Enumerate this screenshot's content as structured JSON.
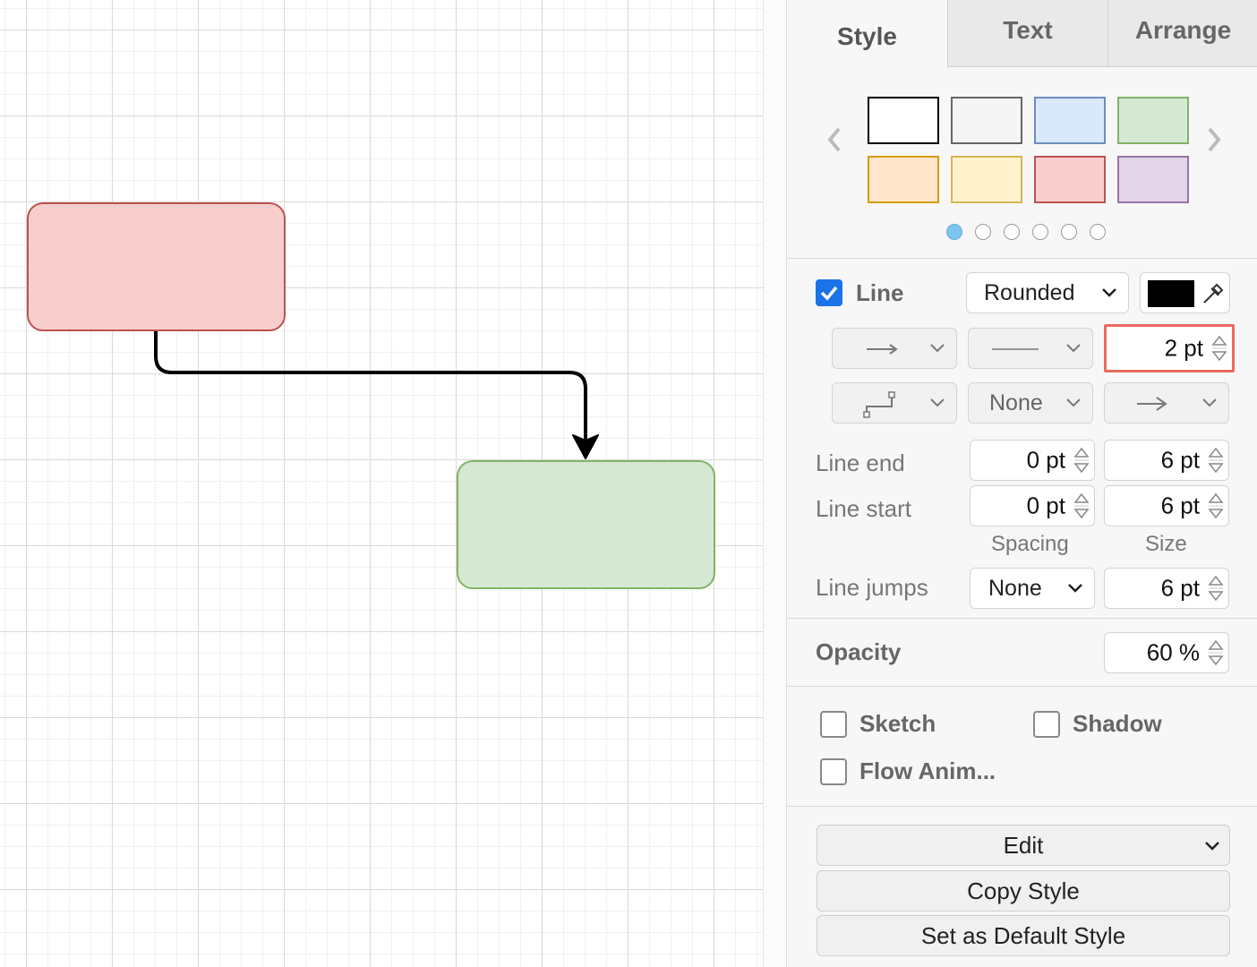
{
  "tabs": [
    "Style",
    "Text",
    "Arrange"
  ],
  "swatches": [
    {
      "fill": "#ffffff",
      "stroke": "#000000"
    },
    {
      "fill": "#f5f5f5",
      "stroke": "#666666"
    },
    {
      "fill": "#dae8fc",
      "stroke": "#6c8ebf"
    },
    {
      "fill": "#d5e8d4",
      "stroke": "#82b366"
    },
    {
      "fill": "#ffe6cc",
      "stroke": "#d79b00"
    },
    {
      "fill": "#fff2cc",
      "stroke": "#d6b656"
    },
    {
      "fill": "#f8cecc",
      "stroke": "#b85450"
    },
    {
      "fill": "#e1d5e7",
      "stroke": "#9673a6"
    }
  ],
  "line": {
    "label": "Line",
    "checked": true,
    "style": "Rounded",
    "color": "#000000",
    "width": "2 pt",
    "waypoint_style": "None"
  },
  "line_end": {
    "label": "Line end",
    "spacing": "0 pt",
    "size": "6 pt"
  },
  "line_start": {
    "label": "Line start",
    "spacing": "0 pt",
    "size": "6 pt"
  },
  "captions": {
    "spacing": "Spacing",
    "size": "Size"
  },
  "line_jumps": {
    "label": "Line jumps",
    "value": "None",
    "size": "6 pt"
  },
  "opacity": {
    "label": "Opacity",
    "value": "60 %"
  },
  "options": {
    "sketch": "Sketch",
    "shadow": "Shadow",
    "flow": "Flow Anim..."
  },
  "buttons": {
    "edit": "Edit",
    "copy_style": "Copy Style",
    "set_default": "Set as Default Style"
  },
  "colors": {
    "accent": "#1a73e8",
    "highlight": "#ea6a5e",
    "shape_red_fill": "#f8cecc",
    "shape_green_fill": "#d5e8d4"
  }
}
